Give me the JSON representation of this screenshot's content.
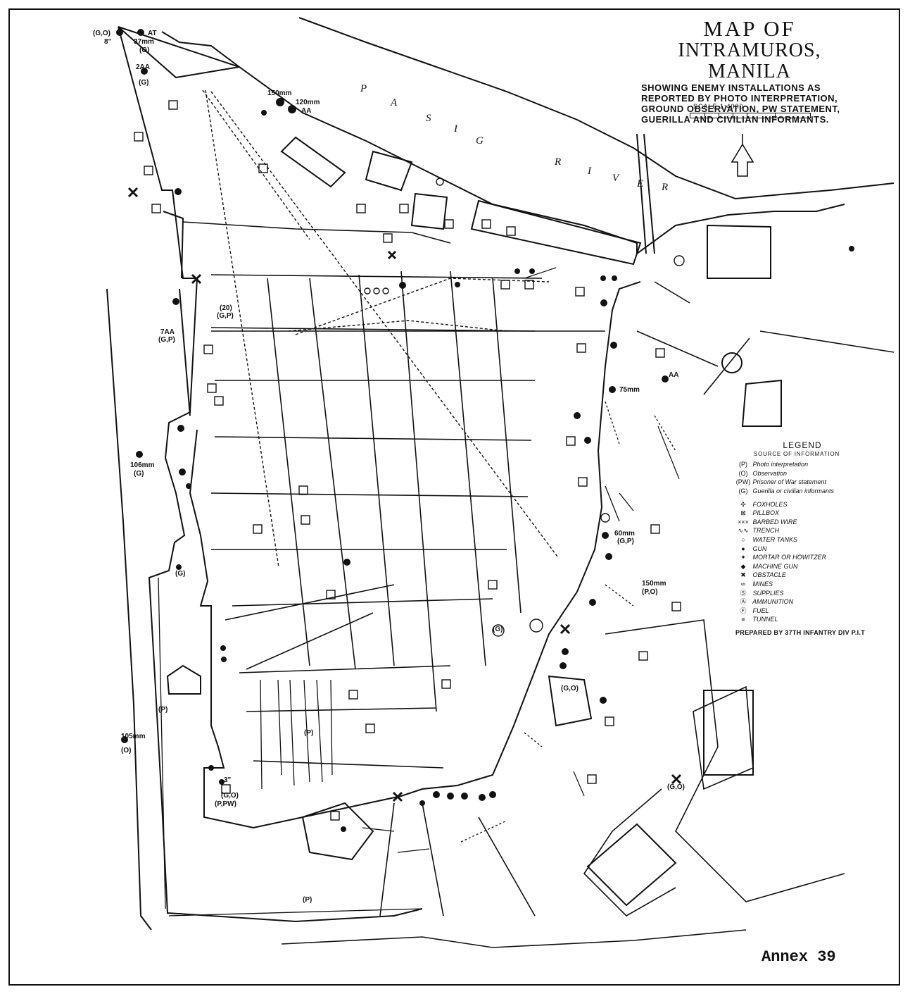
{
  "title": {
    "line1": "MAP OF",
    "line2": "INTRAMUROS, MANILA",
    "sub1": "SHOWING ENEMY INSTALLATIONS AS",
    "sub2": "REPORTED BY PHOTO INTERPRETATION,",
    "sub3": "GROUND OBSERVATION, PW STATEMENT,",
    "sub4": "GUERILLA AND CIVILIAN INFORMANTS."
  },
  "scale_label": "SCALE 1:4000",
  "river_letters": [
    "P",
    "A",
    "S",
    "I",
    "G",
    "R",
    "I",
    "V",
    "E",
    "R"
  ],
  "legend": {
    "heading": "LEGEND",
    "source_heading": "SOURCE OF INFORMATION",
    "sources": [
      {
        "key": "(P)",
        "text": "Photo interpretation"
      },
      {
        "key": "(O)",
        "text": "Observation"
      },
      {
        "key": "(PW)",
        "text": "Prisoner of War statement"
      },
      {
        "key": "(G)",
        "text": "Guerilla or civilian informants"
      }
    ],
    "symbols": [
      {
        "key": "✣",
        "text": "FOXHOLES"
      },
      {
        "key": "⊠",
        "text": "PILLBOX"
      },
      {
        "key": "×××",
        "text": "BARBED WIRE"
      },
      {
        "key": "∿∿",
        "text": "TRENCH"
      },
      {
        "key": "○",
        "text": "WATER TANKS"
      },
      {
        "key": "●",
        "text": "GUN"
      },
      {
        "key": "✦",
        "text": "MORTAR OR HOWITZER"
      },
      {
        "key": "◆",
        "text": "MACHINE GUN"
      },
      {
        "key": "✖",
        "text": "OBSTACLE"
      },
      {
        "key": "∞",
        "text": "MINES"
      },
      {
        "key": "Ⓢ",
        "text": "SUPPLIES"
      },
      {
        "key": "Ⓐ",
        "text": "AMMUNITION"
      },
      {
        "key": "Ⓕ",
        "text": "FUEL"
      },
      {
        "key": "≡",
        "text": "TUNNEL"
      }
    ],
    "prepared": "PREPARED BY 37TH INFANTRY DIV P.I.T"
  },
  "annex": "Annex 39",
  "map_labels": [
    {
      "id": "l-g0-8",
      "text": "(G,O)"
    },
    {
      "id": "l-8in",
      "text": "8\""
    },
    {
      "id": "l-at",
      "text": "AT"
    },
    {
      "id": "l-37",
      "text": "37mm"
    },
    {
      "id": "l-g1",
      "text": "(G)"
    },
    {
      "id": "l-2aa",
      "text": "2AA"
    },
    {
      "id": "l-g2",
      "text": "(G)"
    },
    {
      "id": "l-150",
      "text": "150mm"
    },
    {
      "id": "l-120",
      "text": "120mm"
    },
    {
      "id": "l-aa",
      "text": "AA"
    },
    {
      "id": "l-20",
      "text": "(20)"
    },
    {
      "id": "l-gp",
      "text": "(G,P)"
    },
    {
      "id": "l-7aa",
      "text": "7AA"
    },
    {
      "id": "l-gp2",
      "text": "(G,P)"
    },
    {
      "id": "l-106",
      "text": "106mm"
    },
    {
      "id": "l-g3",
      "text": "(G)"
    },
    {
      "id": "l-105",
      "text": "105mm"
    },
    {
      "id": "l-o1",
      "text": "(O)"
    },
    {
      "id": "l-3in",
      "text": "3\""
    },
    {
      "id": "l-go",
      "text": "(G,O)"
    },
    {
      "id": "l-ppw",
      "text": "(P,PW)"
    },
    {
      "id": "l-p1",
      "text": "(P)"
    },
    {
      "id": "l-p2",
      "text": "(P)"
    },
    {
      "id": "l-p3",
      "text": "(P)"
    },
    {
      "id": "l-75",
      "text": "75mm"
    },
    {
      "id": "l-60",
      "text": "60mm"
    },
    {
      "id": "l-150b",
      "text": "150mm"
    },
    {
      "id": "l-po",
      "text": "(P,O)"
    },
    {
      "id": "l-aa2",
      "text": "AA"
    },
    {
      "id": "l-go2",
      "text": "(G,O)"
    },
    {
      "id": "l-go3",
      "text": "(G,O)"
    },
    {
      "id": "l-gp3",
      "text": "(G,P)"
    },
    {
      "id": "l-g4",
      "text": "(G)"
    },
    {
      "id": "l-g5",
      "text": "(G)"
    }
  ]
}
